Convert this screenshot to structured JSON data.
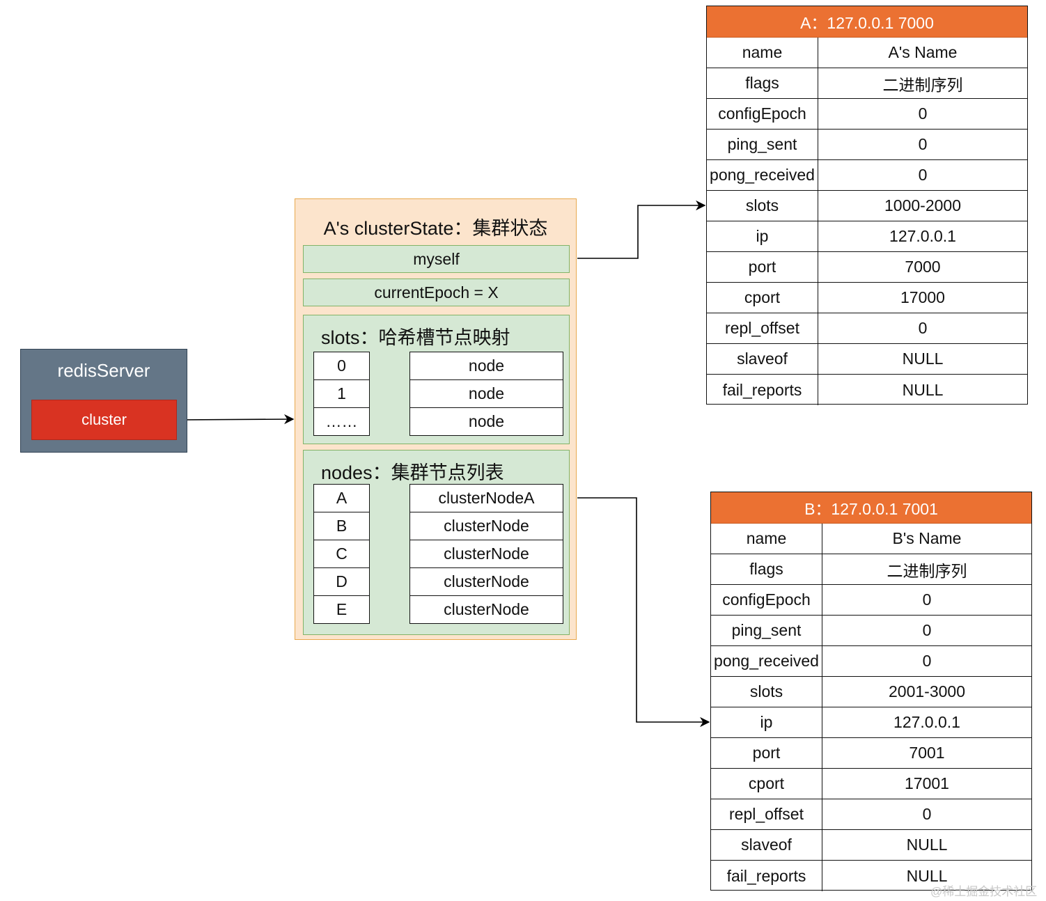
{
  "redis_server": {
    "title": "redisServer",
    "cluster_label": "cluster"
  },
  "cluster_state": {
    "title": "A's clusterState：集群状态",
    "myself_label": "myself",
    "current_epoch_label": "currentEpoch = X",
    "slots": {
      "title": "slots：哈希槽节点映射",
      "rows": [
        {
          "key": "0",
          "value": "node"
        },
        {
          "key": "1",
          "value": "node"
        },
        {
          "key": "……",
          "value": "node"
        }
      ]
    },
    "nodes": {
      "title": "nodes：集群节点列表",
      "rows": [
        {
          "key": "A",
          "value": "clusterNodeA"
        },
        {
          "key": "B",
          "value": "clusterNode"
        },
        {
          "key": "C",
          "value": "clusterNode"
        },
        {
          "key": "D",
          "value": "clusterNode"
        },
        {
          "key": "E",
          "value": "clusterNode"
        }
      ]
    }
  },
  "node_a": {
    "header": "A：127.0.0.1 7000",
    "fields": [
      {
        "key": "name",
        "value": "A's Name"
      },
      {
        "key": "flags",
        "value": "二进制序列"
      },
      {
        "key": "configEpoch",
        "value": "0"
      },
      {
        "key": "ping_sent",
        "value": "0"
      },
      {
        "key": "pong_received",
        "value": "0"
      },
      {
        "key": "slots",
        "value": "1000-2000"
      },
      {
        "key": "ip",
        "value": "127.0.0.1"
      },
      {
        "key": "port",
        "value": "7000"
      },
      {
        "key": "cport",
        "value": "17000"
      },
      {
        "key": "repl_offset",
        "value": "0"
      },
      {
        "key": "slaveof",
        "value": "NULL"
      },
      {
        "key": "fail_reports",
        "value": "NULL"
      }
    ]
  },
  "node_b": {
    "header": "B：127.0.0.1 7001",
    "fields": [
      {
        "key": "name",
        "value": "B's Name"
      },
      {
        "key": "flags",
        "value": "二进制序列"
      },
      {
        "key": "configEpoch",
        "value": "0"
      },
      {
        "key": "ping_sent",
        "value": "0"
      },
      {
        "key": "pong_received",
        "value": "0"
      },
      {
        "key": "slots",
        "value": "2001-3000"
      },
      {
        "key": "ip",
        "value": "127.0.0.1"
      },
      {
        "key": "port",
        "value": "7001"
      },
      {
        "key": "cport",
        "value": "17001"
      },
      {
        "key": "repl_offset",
        "value": "0"
      },
      {
        "key": "slaveof",
        "value": "NULL"
      },
      {
        "key": "fail_reports",
        "value": "NULL"
      }
    ]
  },
  "watermark": "@稀土掘金技术社区",
  "colors": {
    "redis_server_fill": "#647687",
    "cluster_fill": "#d93322",
    "state_fill": "#fce4cc",
    "group_fill": "#d5e8d4",
    "table_header_fill": "#eb7132"
  }
}
